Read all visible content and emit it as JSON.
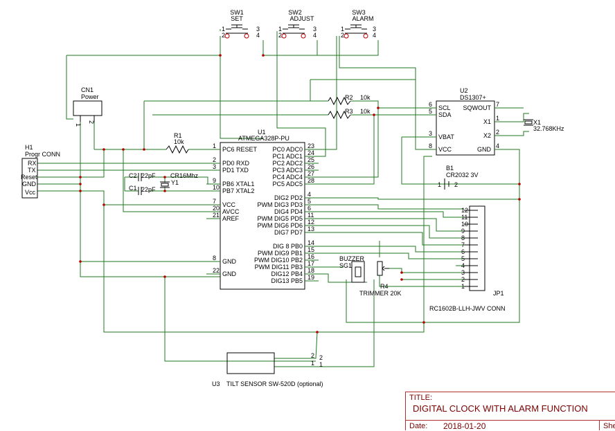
{
  "switches": [
    {
      "ref": "SW1",
      "name": "SET"
    },
    {
      "ref": "SW2",
      "name": "ADJUST"
    },
    {
      "ref": "SW3",
      "name": "ALARM"
    }
  ],
  "switch_pins": [
    "1",
    "2",
    "3",
    "4"
  ],
  "u1": {
    "ref": "U1",
    "part": "ATMEGA328P-PU",
    "left_pins": [
      {
        "num": "1",
        "label": "PC6 RESET"
      },
      {
        "num": "2",
        "label": "PD0 RXD"
      },
      {
        "num": "3",
        "label": "PD1 TXD"
      },
      {
        "num": "9",
        "label": "PB6 XTAL1"
      },
      {
        "num": "10",
        "label": "PB7 XTAL2"
      },
      {
        "num": "7",
        "label": "VCC"
      },
      {
        "num": "20",
        "label": "AVCC"
      },
      {
        "num": "21",
        "label": "AREF"
      },
      {
        "num": "8",
        "label": "GND"
      },
      {
        "num": "22",
        "label": "GND"
      }
    ],
    "right_pins": [
      {
        "num": "23",
        "label": "PC0 ADC0"
      },
      {
        "num": "24",
        "label": "PC1 ADC1"
      },
      {
        "num": "25",
        "label": "PC2 ADC2"
      },
      {
        "num": "26",
        "label": "PC3 ADC3"
      },
      {
        "num": "27",
        "label": "PC4 ADC4"
      },
      {
        "num": "28",
        "label": "PC5 ADC5"
      },
      {
        "num": "4",
        "label": "DIG2 PD2"
      },
      {
        "num": "5",
        "label": "PWM DIG3 PD3"
      },
      {
        "num": "6",
        "label": "DIG4 PD4"
      },
      {
        "num": "11",
        "label": "PWM DIG5 PD5"
      },
      {
        "num": "12",
        "label": "PWM DIG6 PD6"
      },
      {
        "num": "13",
        "label": "DIG7 PD7"
      },
      {
        "num": "14",
        "label": "DIG 8 PB0"
      },
      {
        "num": "15",
        "label": "PWM DIG9 PB1"
      },
      {
        "num": "16",
        "label": "PWM DIG10 PB2"
      },
      {
        "num": "17",
        "label": "PWM DIG11 PB3"
      },
      {
        "num": "18",
        "label": "DIG12 PB4"
      },
      {
        "num": "19",
        "label": "DIG13 PB5"
      }
    ]
  },
  "u2": {
    "ref": "U2",
    "part": "DS1307+",
    "left_pins": [
      {
        "num": "6",
        "label": "SCL"
      },
      {
        "num": "5",
        "label": "SDA"
      },
      {
        "num": "3",
        "label": "VBAT"
      },
      {
        "num": "8",
        "label": "VCC"
      }
    ],
    "right_pins": [
      {
        "num": "7",
        "label": "SQWOUT"
      },
      {
        "num": "1",
        "label": "X1"
      },
      {
        "num": "2",
        "label": "X2"
      },
      {
        "num": "4",
        "label": "GND"
      }
    ]
  },
  "cn1": {
    "ref": "CN1",
    "name": "Power",
    "pins": [
      "1",
      "2"
    ]
  },
  "h1": {
    "ref": "H1",
    "name": "Progr CONN",
    "pins": [
      "RX",
      "TX",
      "Reset",
      "GND",
      "Vcc"
    ]
  },
  "r1": {
    "ref": "R1",
    "value": "10k"
  },
  "r2": {
    "ref": "R2",
    "value": "10k"
  },
  "r3": {
    "ref": "R3",
    "value": "10k"
  },
  "c1": {
    "ref": "C1",
    "value": "22pF"
  },
  "c2": {
    "ref": "C2",
    "value": "22pF"
  },
  "y1": {
    "ref": "Y1",
    "value": "CR16Mhz"
  },
  "x1": {
    "ref": "X1",
    "value": "32.768KHz"
  },
  "b1": {
    "ref": "B1",
    "value": "CR2032 3V",
    "pins": [
      "1",
      "2"
    ]
  },
  "sg1": {
    "ref": "SG1",
    "name": "BUZZER"
  },
  "r4": {
    "ref": "R4",
    "value": "TRIMMER 20K"
  },
  "jp1": {
    "ref": "JP1",
    "part": "RC1602B-LLH-JWV CONN",
    "pins": [
      "12",
      "11",
      "10",
      "9",
      "8",
      "7",
      "6",
      "5",
      "4",
      "3",
      "2",
      "1"
    ]
  },
  "u3": {
    "ref": "U3",
    "part": "TILT SENSOR SW-520D (optional)",
    "pins": [
      "2",
      "1"
    ]
  },
  "title_block": {
    "title_label": "TITLE:",
    "title": "DIGITAL CLOCK WITH ALARM FUNCTION",
    "date_label": "Date:",
    "date": "2018-01-20",
    "sheet_label": "She"
  }
}
